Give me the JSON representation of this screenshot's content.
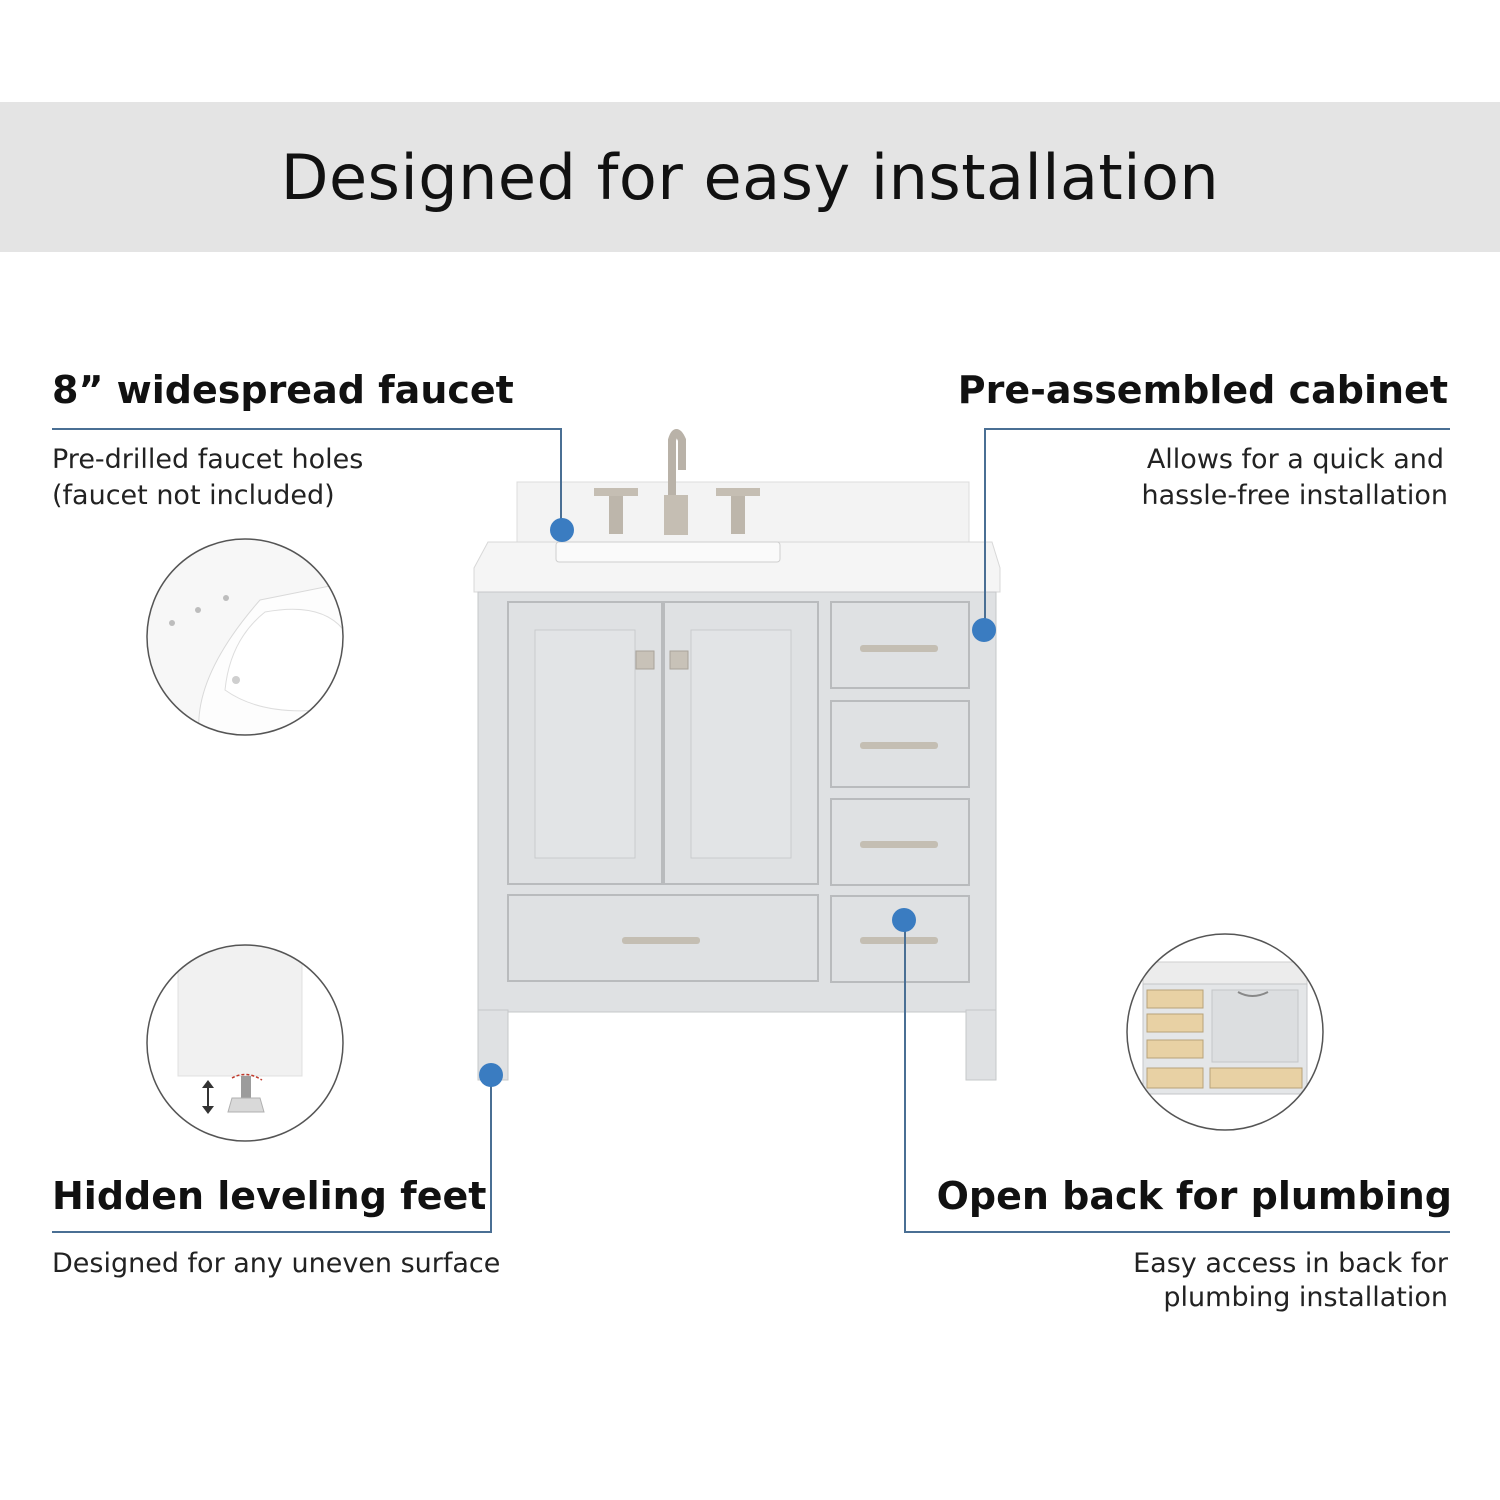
{
  "header": {
    "title": "Designed for easy installation"
  },
  "features": {
    "faucet": {
      "title": "8” widespread faucet",
      "desc_line1": "Pre-drilled faucet holes",
      "desc_line2": "(faucet not included)",
      "icon": "sink-closeup-icon"
    },
    "cabinet": {
      "title": "Pre-assembled cabinet",
      "desc_line1": "Allows for  a quick and",
      "desc_line2": "hassle-free installation"
    },
    "feet": {
      "title": "Hidden leveling feet",
      "desc_line1": "Designed for any uneven surface",
      "icon": "leveling-foot-closeup-icon"
    },
    "plumbing": {
      "title": "Open back for plumbing",
      "desc_line1": "Easy access in back for",
      "desc_line2": "plumbing installation",
      "icon": "open-back-closeup-icon"
    }
  },
  "colors": {
    "banner_bg": "#e4e4e4",
    "accent_dot": "#3a7cc1",
    "leader_line": "#4a6f94",
    "cabinet_gray": "#dfe1e3",
    "countertop": "#f4f4f4"
  }
}
